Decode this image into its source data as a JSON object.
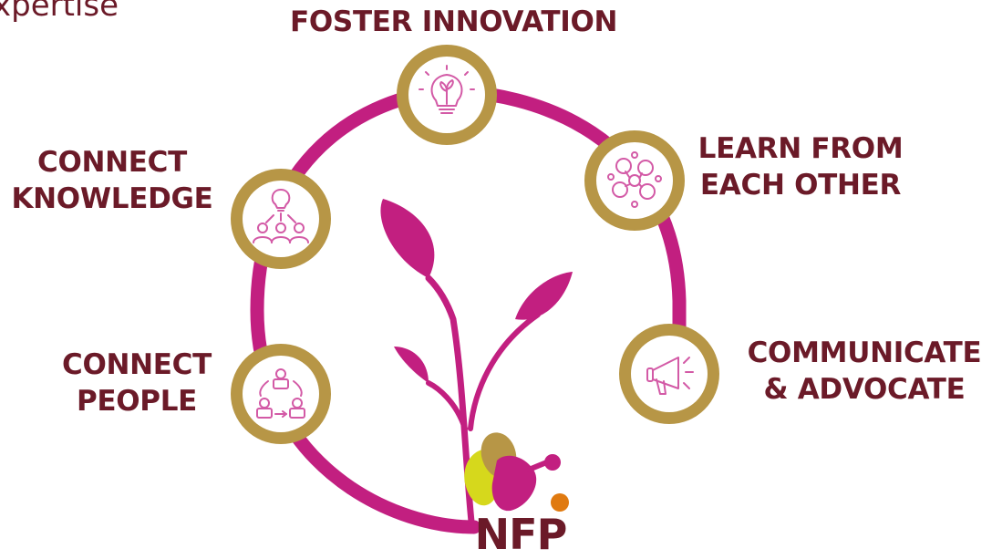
{
  "corner_text": "xpertise",
  "colors": {
    "ring": "#c21f80",
    "gold": "#b79646",
    "label": "#6b1a28",
    "icon": "#d35aa6",
    "plant": "#c21f80",
    "logo_yellow": "#d6d81c",
    "logo_gold": "#b79646",
    "logo_magenta": "#c21f80",
    "logo_orange": "#e07a10"
  },
  "nodes": [
    {
      "id": "foster-innovation",
      "icon": "lightbulb-plant-icon",
      "label_lines": [
        "FOSTER INNOVATION"
      ]
    },
    {
      "id": "learn-from-each-other",
      "icon": "network-people-icon",
      "label_lines": [
        "LEARN FROM",
        "EACH OTHER"
      ]
    },
    {
      "id": "communicate-advocate",
      "icon": "megaphone-icon",
      "label_lines": [
        "COMMUNICATE",
        "& ADVOCATE"
      ]
    },
    {
      "id": "connect-knowledge",
      "icon": "idea-group-icon",
      "label_lines": [
        "CONNECT",
        "KNOWLEDGE"
      ]
    },
    {
      "id": "connect-people",
      "icon": "people-cycle-icon",
      "label_lines": [
        "CONNECT",
        "PEOPLE"
      ]
    }
  ],
  "logo": {
    "text": "NFP"
  }
}
